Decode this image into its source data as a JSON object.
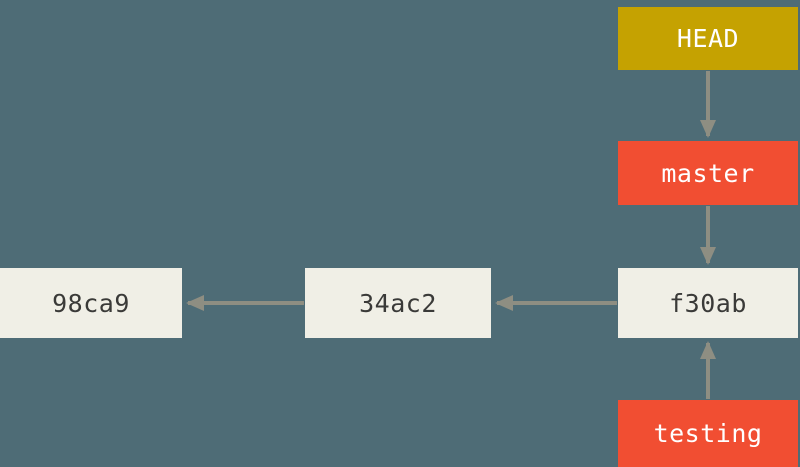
{
  "diagram": {
    "title": "git branch diagram: HEAD pointing to master; master and testing branches pointing at commit f30ab",
    "nodes": {
      "head": {
        "label": "HEAD",
        "type": "head-pointer"
      },
      "master": {
        "label": "master",
        "type": "branch"
      },
      "testing": {
        "label": "testing",
        "type": "branch"
      },
      "commits": [
        {
          "label": "98ca9"
        },
        {
          "label": "34ac2"
        },
        {
          "label": "f30ab"
        }
      ]
    },
    "edges": [
      {
        "from": "HEAD",
        "to": "master"
      },
      {
        "from": "master",
        "to": "f30ab"
      },
      {
        "from": "testing",
        "to": "f30ab"
      },
      {
        "from": "f30ab",
        "to": "34ac2"
      },
      {
        "from": "34ac2",
        "to": "98ca9"
      }
    ]
  },
  "colors": {
    "background": "#4e6c76",
    "head_fill": "#c5a201",
    "branch_fill": "#f14e32",
    "commit_fill": "#f0efe6",
    "arrow": "#8e8e82",
    "label_text": "#ffffff",
    "commit_text": "#3a3a38"
  }
}
